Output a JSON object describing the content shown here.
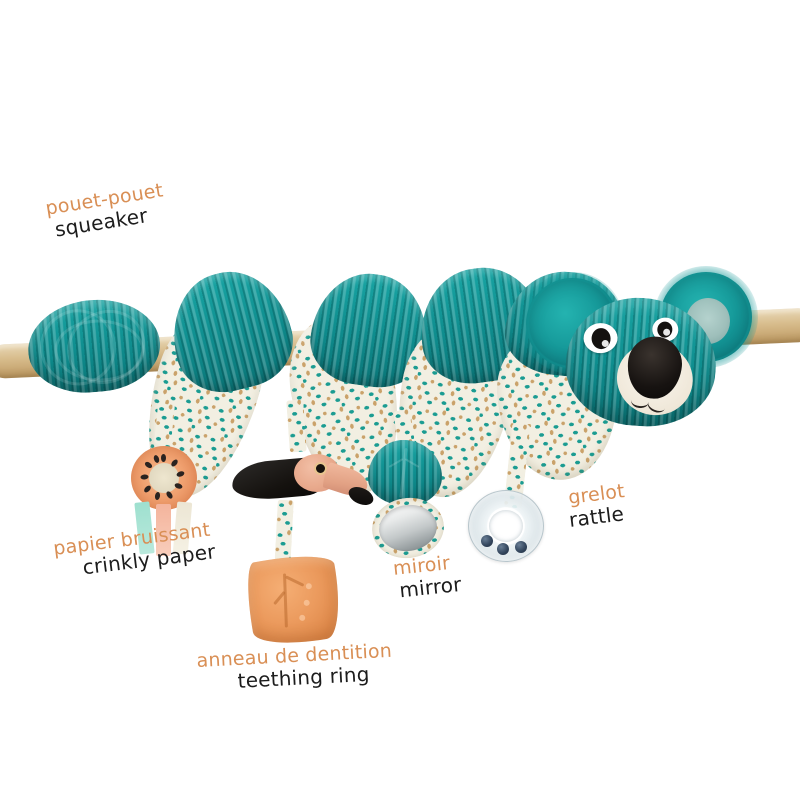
{
  "product": {
    "name": "koala spiral activity toy",
    "bar": {
      "material": "wooden bar"
    }
  },
  "colors": {
    "label_fr": "#d98f55",
    "label_en": "#1c1c1c",
    "teal": "#0e8c8d",
    "teal_light": "#24b3b0",
    "cream": "#f2efe2",
    "ochre": "#caa26a",
    "orange_toy": "#eb9a5d",
    "wood": "#d8bd8d",
    "black": "#15120f",
    "beak": "#e8a98c",
    "bead": "#35485f"
  },
  "labels": [
    {
      "id": "squeaker",
      "fr": "pouet-pouet",
      "en": "squeaker"
    },
    {
      "id": "crinkly",
      "fr": "papier bruissant",
      "en": "crinkly paper"
    },
    {
      "id": "teething",
      "fr": "anneau de dentition",
      "en": "teething ring"
    },
    {
      "id": "mirror",
      "fr": "miroir",
      "en": "mirror"
    },
    {
      "id": "rattle",
      "fr": "grelot",
      "en": "rattle"
    }
  ],
  "features": {
    "squeaker": {
      "name": "squeaker knot",
      "fabric": "teal corduroy"
    },
    "crinkly": {
      "name": "papaya slice with crinkly ribbon tags",
      "ribbons": [
        "mint",
        "salmon",
        "cream"
      ]
    },
    "teething": {
      "name": "orange leaf teething ring",
      "material": "silicone"
    },
    "mirror": {
      "name": "oval baby-safe mirror"
    },
    "rattle": {
      "name": "clear ring rattle",
      "bead_count": 3
    },
    "toucan": {
      "name": "toucan plush"
    },
    "leaf": {
      "name": "teal leaf plush"
    },
    "koala": {
      "name": "koala head",
      "parts": [
        "left ear",
        "right ear",
        "face",
        "nose",
        "eyes"
      ]
    }
  }
}
